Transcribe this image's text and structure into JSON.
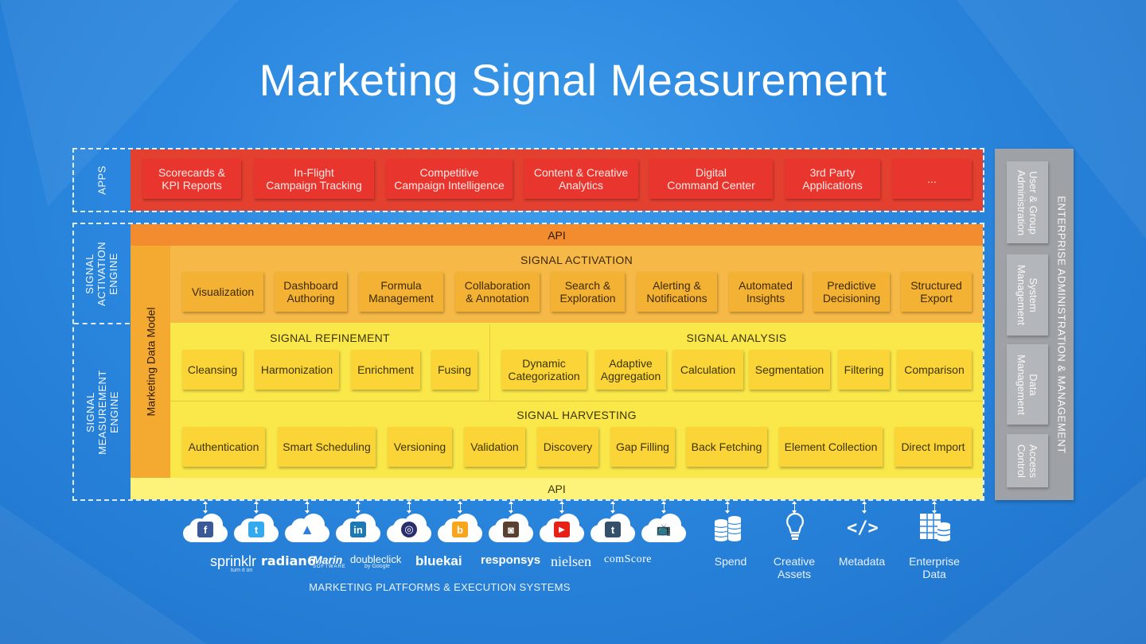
{
  "title": "Marketing Signal Measurement",
  "side_labels": {
    "apps": "APPS",
    "activation": "SIGNAL\nACTIVATION\nENGINE",
    "measurement": "SIGNAL\nMEASUREMENT\nENGINE",
    "data_model": "Marketing Data Model"
  },
  "apps": [
    "Scorecards &\nKPI Reports",
    "In-Flight\nCampaign Tracking",
    "Competitive\nCampaign Intelligence",
    "Content & Creative\nAnalytics",
    "Digital\nCommand Center",
    "3rd Party\nApplications",
    "..."
  ],
  "api_top": "API",
  "api_bottom": "API",
  "activation": {
    "title": "SIGNAL ACTIVATION",
    "items": [
      "Visualization",
      "Dashboard\nAuthoring",
      "Formula\nManagement",
      "Collaboration\n& Annotation",
      "Search &\nExploration",
      "Alerting &\nNotifications",
      "Automated\nInsights",
      "Predictive\nDecisioning",
      "Structured\nExport"
    ]
  },
  "refinement": {
    "title": "SIGNAL REFINEMENT",
    "items": [
      "Cleansing",
      "Harmonization",
      "Enrichment",
      "Fusing"
    ]
  },
  "analysis": {
    "title": "SIGNAL ANALYSIS",
    "items": [
      "Dynamic\nCategorization",
      "Adaptive\nAggregation",
      "Calculation",
      "Segmentation",
      "Filtering",
      "Comparison"
    ]
  },
  "harvesting": {
    "title": "SIGNAL HARVESTING",
    "items": [
      "Authentication",
      "Smart Scheduling",
      "Versioning",
      "Validation",
      "Discovery",
      "Gap Filling",
      "Back Fetching",
      "Element Collection",
      "Direct Import"
    ]
  },
  "enterprise": {
    "title": "ENTERPRISE ADMINISTRATION & MANAGEMENT",
    "items": [
      "User & Group\nAdministration",
      "System\nManagement",
      "Data\nManagement",
      "Access\nControl"
    ]
  },
  "platform_icons": [
    "facebook-icon",
    "twitter-icon",
    "adwords-icon",
    "linkedin-icon",
    "instagram-icon",
    "bing-icon",
    "instagram-alt-icon",
    "youtube-icon",
    "tumblr-icon",
    "tv-icon"
  ],
  "brands": [
    "sprinklr",
    "radian6",
    "Marin",
    "doubleclick",
    "bluekai",
    "responsys",
    "nielsen",
    "comScore"
  ],
  "brand_sub": {
    "sprinklr": "turn it on",
    "marin": "SOFTWARE",
    "doubleclick": "by Google"
  },
  "platforms_label": "MARKETING PLATFORMS & EXECUTION SYSTEMS",
  "data_sources": [
    "Spend",
    "Creative\nAssets",
    "Metadata",
    "Enterprise\nData"
  ],
  "colors": {
    "apps": "#e8362f",
    "api_top": "#f38b2f",
    "activation": "#f4b235",
    "measurement": "#fae84a",
    "box_yellow": "#fbd537",
    "api_bottom": "#fdf27a",
    "enterprise": "#9ea1a5"
  }
}
